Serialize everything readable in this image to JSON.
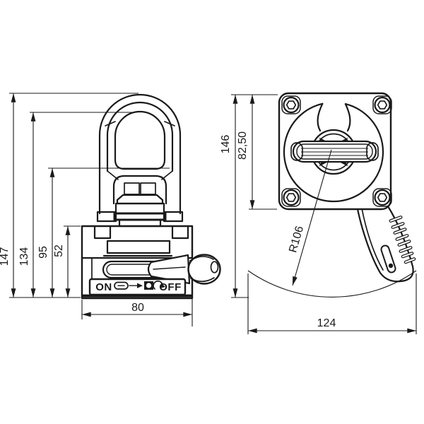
{
  "colors": {
    "line": "#1a1a1a",
    "background": "#ffffff"
  },
  "front_view": {
    "dims": {
      "overall_height": "147",
      "ring_inner_height": "134",
      "opening_height": "95",
      "body_height": "52",
      "body_width": "80"
    },
    "switch_plate": {
      "on": "ON",
      "off": "OFF"
    }
  },
  "top_view": {
    "dims": {
      "overall_height": "146",
      "body_depth": "82,50",
      "handle_radius": "R106",
      "swing_width": "124"
    }
  }
}
